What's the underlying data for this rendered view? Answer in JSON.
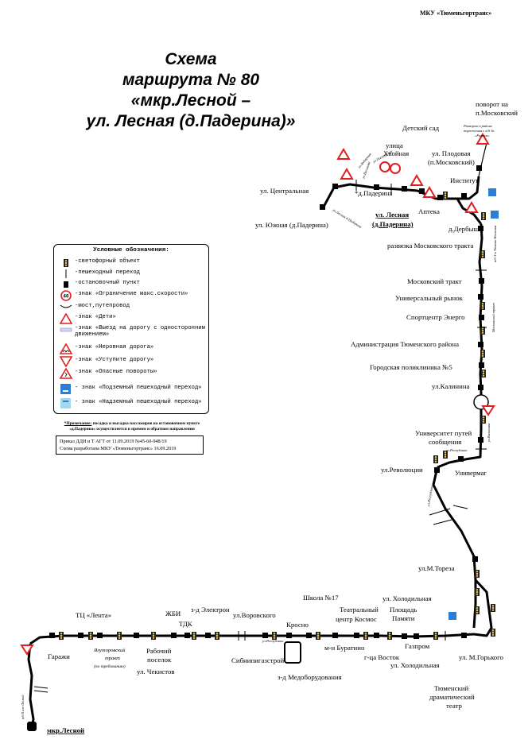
{
  "header": {
    "org": "МКУ «Тюменьгортранс»"
  },
  "title": {
    "line1": "Схема",
    "line2": "маршрута № 80",
    "line3": "«мкр.Лесной –",
    "line4": "ул. Лесная (д.Падерина)»"
  },
  "labels": {
    "povorot": "поворот на",
    "povorot2": "п.Московский",
    "razvorot": "Разворот в районе",
    "razvorot2": "пересечения с а/д 3к",
    "razvorot3": "«Рычков»",
    "detsad": "Детский сад",
    "khvoinaya1": "улица",
    "khvoinaya2": "Хвойная",
    "plodovaya1": "ул. Плодовая",
    "plodovaya2": "(п.Московский)",
    "institut": "Институт",
    "tsentralnaya": "ул. Центральная",
    "paderina": "*д.Падерина",
    "apteka": "Аптека",
    "yuzhnaya": "ул. Южная (д.Падерина)",
    "lesnaya1": "ул. Лесная",
    "lesnaya2": "(д.Падерина)",
    "derbyshi": "д.Дербыши",
    "razvyazka": "развязка Московского тракта",
    "moskovsky": "Московский тракт",
    "univ_rynok": "Универсальный рынок",
    "sportcentr": "Спортцентр Энерго",
    "admin": "Администрация Тюменского района",
    "poliklinika": "Городская поликлиника №5",
    "kalinina": "ул.Калинина",
    "univ_putei1": "Университет путей",
    "univ_putei2": "сообщения",
    "revolyutsii": "ул.Революции",
    "univermag": "Универмаг",
    "toreza": "ул.М.Тореза",
    "kholodilnaya_top": "ул. Холодильная",
    "ploshad1": "Площадь",
    "ploshad2": "Памяти",
    "shkola": "Школа №17",
    "teatr1": "Театральный",
    "teatr2": "центр Космос",
    "lenta": "ТЦ «Лента»",
    "zhbi": "ЖБИ",
    "tdk": "ТДК",
    "elektron": "з-д Электрон",
    "vorovskogo": "ул.Воровского",
    "krosno": "Кросно",
    "garazhi": "Гаражи",
    "yalutor1": "Ялуторовский",
    "yalutor2": "тракт",
    "yalutor3": "(по требованию)",
    "rabochiy1": "Рабочий",
    "rabochiy2": "поселок",
    "chekistov": "ул. Чекистов",
    "sibnigaz": "Сибнипигазстрой",
    "medobor": "з-д Медоборудования",
    "buratino": "м-н Буратино",
    "vostok": "г-ца Восток",
    "gazprom": "Газпром",
    "kholodilnaya_bottom": "ул. Холодильная",
    "gorkogo": "ул. М.Горького",
    "dramteatr1": "Тюменский",
    "dramteatr2": "драматический",
    "dramteatr3": "театр",
    "mkr_lesnoy": "мкр.Лесной"
  },
  "street_labels": {
    "yandarnaya": "ул.Яндарная",
    "vaskova": "ул.Васькова",
    "pionerskaya": "ул.Пионерская",
    "lesnaya_small": "ул.Лесная д.Падерина",
    "moskovsky_small": "Московский тракт",
    "zhd": "а/д 3-я Тюмень-Коломна",
    "kalinina_small": "ул.Калинина",
    "respublika1": "ул.Республики",
    "respublika2": "ул.Республики",
    "dom_kolhoz": "а/д 8 км-Лесной"
  },
  "legend": {
    "title": "Условные обозначения:",
    "items": [
      "-светофорный объект",
      "-пешеходный переход",
      "-остановочный пункт",
      "-знак «Ограничение макс.скорости»",
      "-мост,путепровод",
      "-знак «Дети»",
      "-знак «Выезд на дорогу с односторонним движением»",
      "-знак «Неровная дорога»",
      "-знак «Уступите дорогу»",
      "-знак «Опасные повороты»",
      "- знак «Подземный пешеходный переход»",
      "- знак «Надземный пешеходный переход»"
    ],
    "speed_sign": "40"
  },
  "note": {
    "prefix": "*Примечание:",
    "text1": "посадка и высадка пассажиров на остановочном пункте",
    "text2": "«д.Падерина» осуществляется в прямом и обратном направлении"
  },
  "order": {
    "line1": "Приказ ДДИ и Т АГТ от 11.09.2019 №45-60-948/19",
    "line2": "Схема разработана МКУ «Тюменьгортранс» 16.09.2019"
  },
  "colors": {
    "line": "#000000",
    "sign_red": "#e02020",
    "sign_blue": "#2a7fd4",
    "light_blue": "#9fd8f0"
  }
}
